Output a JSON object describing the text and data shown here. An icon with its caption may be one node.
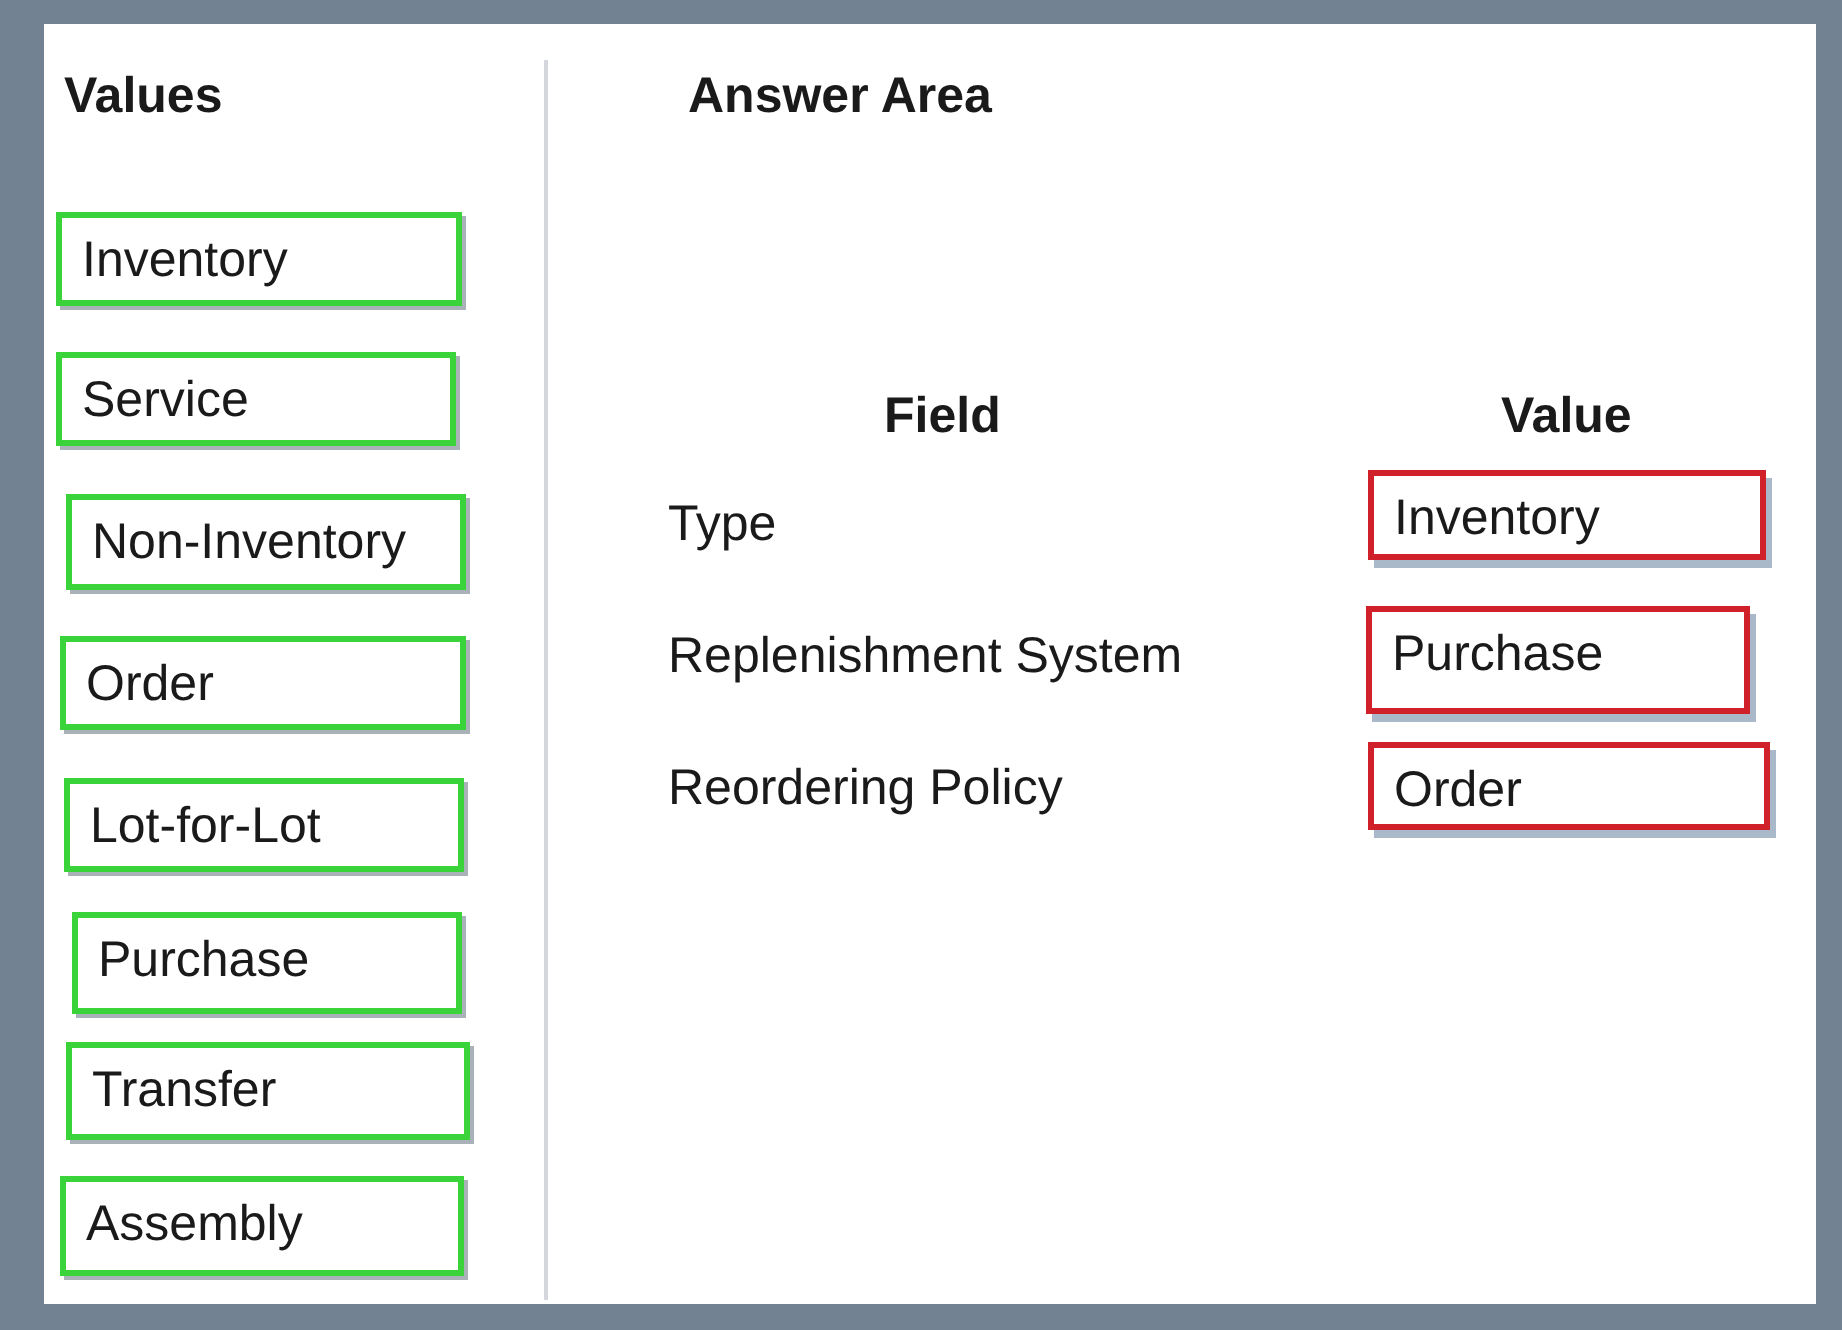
{
  "diagram": {
    "nodes": [
      {
        "text": [
          "Inventory"
        ]
      },
      {
        "text": [
          "Service"
        ]
      },
      {
        "text": [
          "Non-Inventory"
        ]
      },
      {
        "text": [
          "Order"
        ]
      },
      {
        "text": [
          "Lot-for-Lot"
        ]
      },
      {
        "text": [
          "Purchase"
        ]
      },
      {
        "text": [
          "Transfer"
        ]
      },
      {
        "text": [
          "Assembly"
        ]
      },
      {
        "text": [
          "Inventory"
        ]
      },
      {
        "text": [
          "Purchase"
        ]
      },
      {
        "text": [
          "Order"
        ]
      }
    ],
    "labels": [
      "Values",
      "Answer Area",
      "Field",
      "Value",
      "Type",
      "Replenishment System",
      "Reordering Policy"
    ]
  }
}
